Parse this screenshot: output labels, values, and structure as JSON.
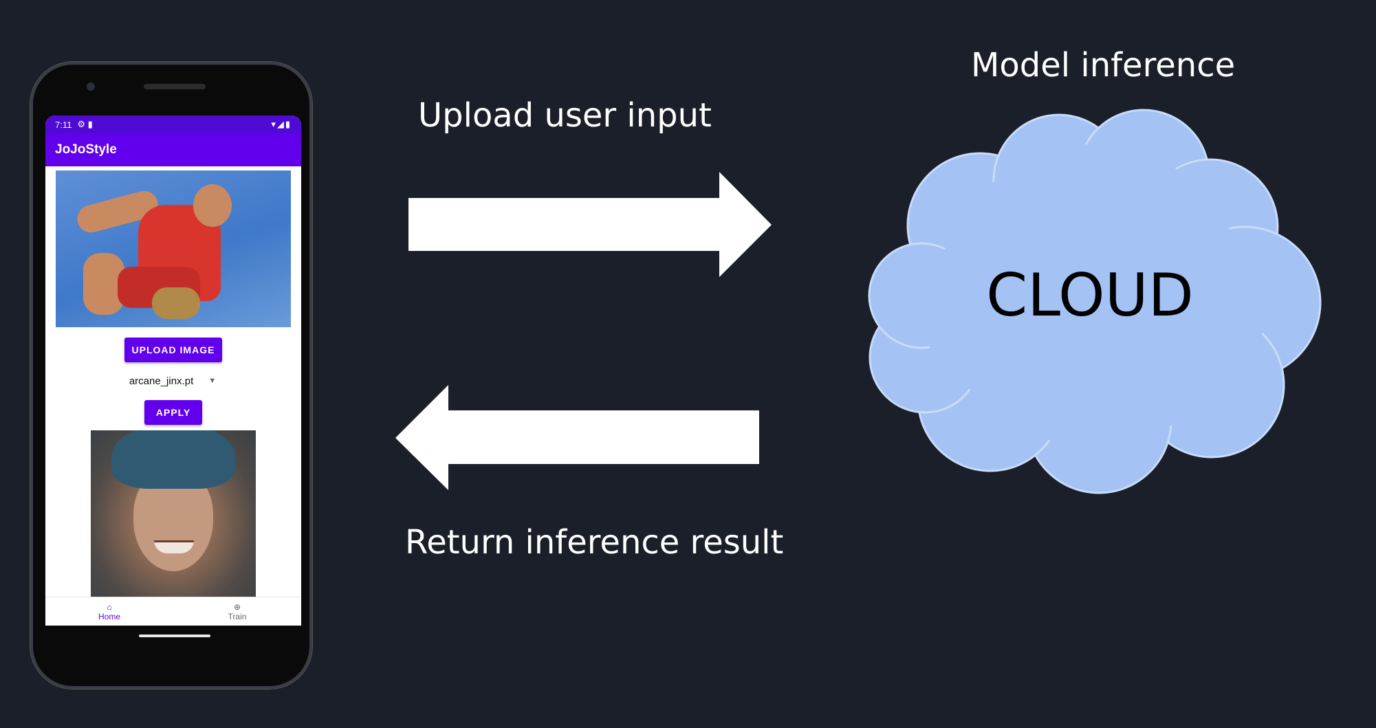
{
  "labels": {
    "upload": "Upload user input",
    "model": "Model inference",
    "return": "Return inference result",
    "cloud": "CLOUD"
  },
  "phone": {
    "status_time": "7:11",
    "app_title": "JoJoStyle",
    "upload_button": "UPLOAD IMAGE",
    "model_select": "arcane_jinx.pt",
    "apply_button": "APPLY",
    "nav": [
      {
        "label": "Home",
        "icon": "home-icon",
        "active": true
      },
      {
        "label": "Train",
        "icon": "train-icon",
        "active": false
      }
    ]
  },
  "colors": {
    "background": "#1b1f2a",
    "cloud_fill": "#a4c2f4",
    "arrow": "#ffffff",
    "app_primary": "#6200ee"
  }
}
